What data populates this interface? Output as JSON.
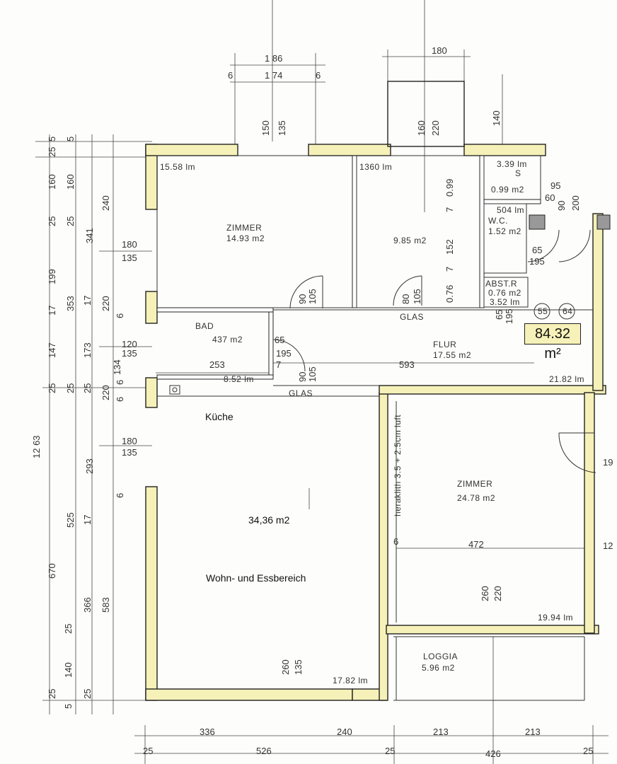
{
  "rooms": {
    "zimmer1": {
      "name": "ZIMMER",
      "area": "14.93 m2",
      "perimeter": "15.58 lm"
    },
    "room2": {
      "area": "9.85 m2",
      "perimeter": "1360 lm"
    },
    "s": {
      "name": "S",
      "area": "0.99 m2",
      "perimeter": "3.39 lm"
    },
    "wc": {
      "name": "W.C.",
      "area": "1.52 m2",
      "perimeter": "504 lm"
    },
    "abstr": {
      "name": "ABST.R",
      "area": "0.76 m2",
      "perimeter": "3.52 lm"
    },
    "bad": {
      "name": "BAD",
      "area": "437 m2",
      "perimeter": "8.52 lm"
    },
    "flur": {
      "name": "FLUR",
      "area": "17.55 m2",
      "perimeter": "21.82 lm"
    },
    "zimmer2": {
      "name": "ZIMMER",
      "area": "24.78 m2",
      "perimeter": "19.94 lm"
    },
    "loggia": {
      "name": "LOGGIA",
      "area": "5.96 m2"
    },
    "wohn": {
      "perimeter": "17.82 lm"
    }
  },
  "overlay": {
    "kueche": "Küche",
    "wohn_area": "34,36 m2",
    "wohn_label": "Wohn- und Essbereich"
  },
  "total_area": "84.32 m²",
  "glas": [
    "GLAS",
    "GLAS"
  ],
  "note": "heraklith 3.5 + 2.5cm luft",
  "circles": [
    "55",
    "64"
  ],
  "dims": {
    "top": [
      "1 86",
      "1 74",
      "6",
      "6",
      "150",
      "135",
      "180",
      "160",
      "220",
      "140"
    ],
    "left_outer": [
      "5",
      "25",
      "160",
      "25",
      "199",
      "17",
      "147",
      "25",
      "12 63",
      "670",
      "25",
      "140",
      "25",
      "5"
    ],
    "left_mid": [
      "5",
      "160",
      "25",
      "353",
      "17",
      "173",
      "25",
      "525",
      "17",
      "366",
      "25",
      "25"
    ],
    "left_inner": [
      "240",
      "341",
      "220",
      "220",
      "6",
      "293",
      "6",
      "583"
    ],
    "interior": [
      "180",
      "135",
      "120",
      "135",
      "134",
      "6",
      "6",
      "180",
      "135",
      "90",
      "105",
      "80",
      "105",
      "65",
      "195",
      "253",
      "7",
      "90",
      "105",
      "593",
      "0.99",
      "7",
      "152",
      "7",
      "0.76",
      "95",
      "60",
      "90",
      "200",
      "65",
      "195",
      "65",
      "195",
      "472",
      "6",
      "260",
      "220",
      "260",
      "135",
      "12",
      "19"
    ],
    "bottom": [
      "336",
      "240",
      "213",
      "213",
      "25",
      "526",
      "25",
      "426",
      "25"
    ]
  }
}
